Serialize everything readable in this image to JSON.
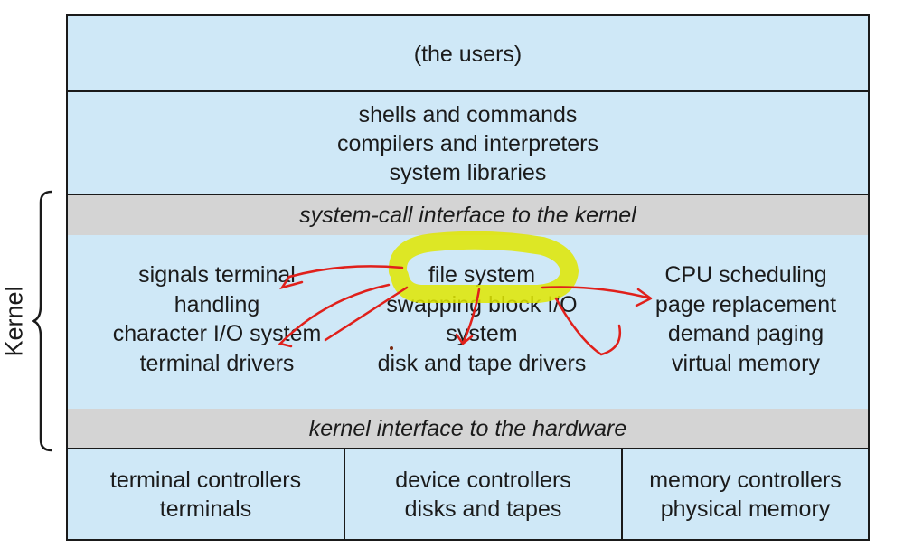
{
  "users": {
    "label": "(the users)"
  },
  "system_programs": {
    "lines": [
      "shells and commands",
      "compilers and interpreters",
      "system libraries"
    ]
  },
  "syscall_interface": {
    "label": "system-call interface to the kernel"
  },
  "kernel": {
    "side_label": "Kernel",
    "columns": [
      {
        "lines": [
          "signals terminal",
          "handling",
          "character I/O system",
          "terminal drivers"
        ]
      },
      {
        "lines": [
          "file system",
          "swapping block I/O",
          "system",
          "disk and tape drivers"
        ]
      },
      {
        "lines": [
          "CPU scheduling",
          "page replacement",
          "demand paging",
          "virtual memory"
        ]
      }
    ]
  },
  "hardware_interface": {
    "label": "kernel interface to the hardware"
  },
  "hardware": {
    "columns": [
      {
        "lines": [
          "terminal controllers",
          "terminals"
        ]
      },
      {
        "lines": [
          "device controllers",
          "disks and tapes"
        ]
      },
      {
        "lines": [
          "memory controllers",
          "physical memory"
        ]
      }
    ]
  },
  "colors": {
    "layer_fill": "#cfe8f7",
    "interface_fill": "#d4d4d4",
    "border": "#1a1a1a",
    "highlight": "#dfe600",
    "annotation_red": "#e0201b"
  }
}
